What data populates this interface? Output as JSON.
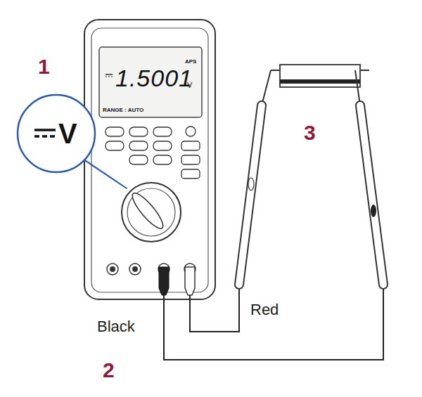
{
  "diagram": {
    "nodes": [
      {
        "text": [
          "APS",
          "1.5001",
          "V",
          "RANGE : AUTO"
        ]
      },
      {
        "text": [
          "V"
        ]
      }
    ],
    "labels": [
      "1",
      "3",
      "Red",
      "Black",
      "2"
    ]
  }
}
